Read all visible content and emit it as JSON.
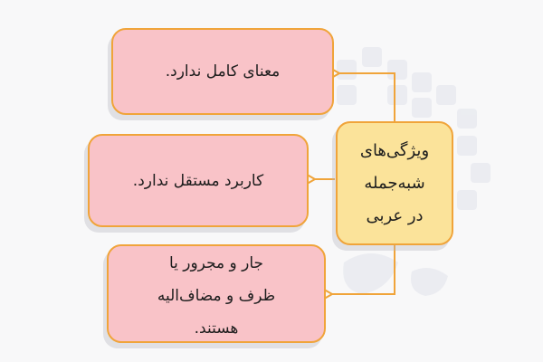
{
  "diagram": {
    "center": {
      "text": "ویژگی‌های\nشبه‌جمله\nدر عربی"
    },
    "nodes": [
      {
        "id": "box-1",
        "text": "معنای کامل ندارد."
      },
      {
        "id": "box-2",
        "text": "کاربرد مستقل ندارد."
      },
      {
        "id": "box-3",
        "text": "جار و مجرور یا\nظرف و مضاف‌الیه\nهستند."
      }
    ]
  },
  "colors": {
    "border": "#f0a43a",
    "node_fill": "#f9c3c8",
    "center_fill": "#fbe39a",
    "arrow": "#f0a43a",
    "background": "#f8f8f9"
  }
}
